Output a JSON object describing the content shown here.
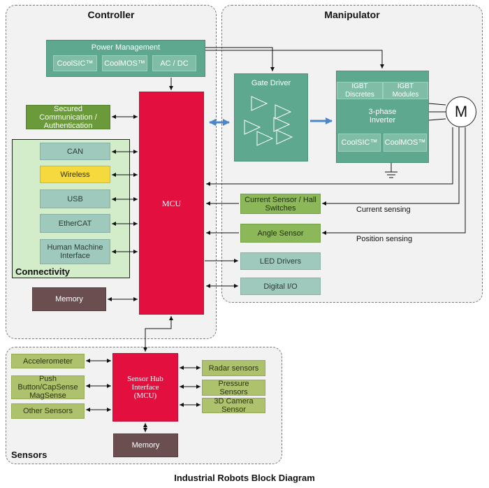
{
  "controller": {
    "title": "Controller",
    "power": {
      "title": "Power Management",
      "items": [
        "CoolSIC™",
        "CoolMOS™",
        "AC / DC"
      ]
    },
    "secured": "Secured Communication / Authentication",
    "connectivity": {
      "title": "Connectivity",
      "items": [
        "CAN",
        "Wireless",
        "USB",
        "EtherCAT",
        "Human Machine Interface"
      ]
    },
    "memory": "Memory",
    "mcu": "MCU"
  },
  "manipulator": {
    "title": "Manipulator",
    "gate_driver": "Gate Driver",
    "inverter": {
      "top": [
        "IGBT Discretes",
        "IGBT Modules"
      ],
      "label": "3-phase Inverter",
      "bottom": [
        "CoolSIC™",
        "CoolMOS™"
      ]
    },
    "motor": "M",
    "current_sensor": "Current Sensor / Hall Switches",
    "angle_sensor": "Angle Sensor",
    "led_drivers": "LED Drivers",
    "digital_io": "Digital I/O",
    "current_sensing": "Current sensing",
    "position_sensing": "Position sensing"
  },
  "sensors": {
    "title": "Sensors",
    "left": [
      "Accelerometer",
      "Push Button/CapSense MagSense",
      "Other Sensors"
    ],
    "hub": "Sensor Hub Interface (MCU)",
    "right": [
      "Radar sensors",
      "Pressure Sensors",
      "3D Camera Sensor"
    ],
    "memory": "Memory"
  },
  "caption": "Industrial Robots Block Diagram",
  "colors": {
    "mcu": "#e3103f",
    "teal": "#5ea88f",
    "green": "#8db85a",
    "yellow": "#f5d93d",
    "memory": "#6b4f50",
    "arrow_blue": "#4a86c8"
  }
}
